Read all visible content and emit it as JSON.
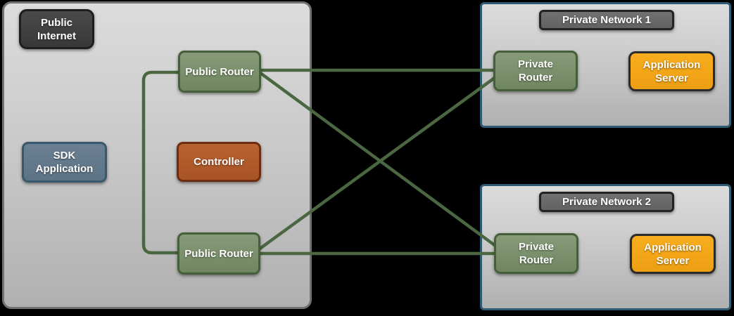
{
  "groups": {
    "public_internet": {
      "label": "Public Internet",
      "nodes": {
        "sdk_application": {
          "label": "SDK Application"
        },
        "controller": {
          "label": "Controller"
        },
        "public_router_1": {
          "label": "Public Router"
        },
        "public_router_2": {
          "label": "Public Router"
        }
      }
    },
    "private_network_1": {
      "label": "Private Network 1",
      "nodes": {
        "private_router": {
          "label": "Private Router"
        },
        "application_server": {
          "label": "Application Server"
        }
      }
    },
    "private_network_2": {
      "label": "Private Network 2",
      "nodes": {
        "private_router": {
          "label": "Private Router"
        },
        "application_server": {
          "label": "Application Server"
        }
      }
    }
  },
  "edges": [
    {
      "from": "public_router_1",
      "to": "public_router_2"
    },
    {
      "from": "public_router_1",
      "to": "private_network_1.private_router"
    },
    {
      "from": "public_router_1",
      "to": "private_network_2.private_router"
    },
    {
      "from": "public_router_2",
      "to": "private_network_1.private_router"
    },
    {
      "from": "public_router_2",
      "to": "private_network_2.private_router"
    }
  ],
  "colors": {
    "background": "#000000",
    "link": "#4a6741",
    "router_fill": "#7e9471",
    "router_border": "#455f3a",
    "sdk_fill": "#64798c",
    "sdk_border": "#38596d",
    "controller_fill": "#b05a2b",
    "controller_border": "#6e2d11",
    "app_server_fill": "#f2a51b",
    "app_server_border": "#2b2b2b",
    "network_border": "#2e5a74",
    "public_badge_fill": "#3f3f3f",
    "network_badge_fill": "#6a6a6a",
    "container_fill_top": "#dcdcdc",
    "container_fill_bottom": "#b0b0b0"
  }
}
